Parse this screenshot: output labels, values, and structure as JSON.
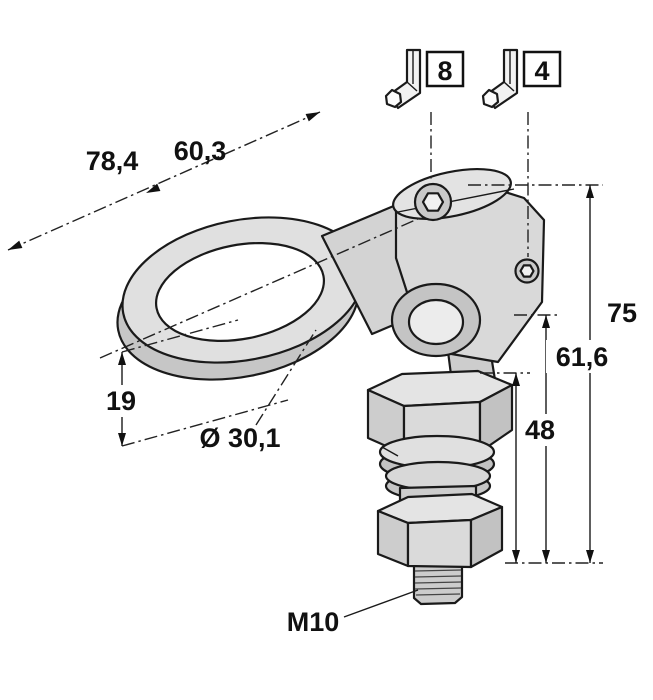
{
  "colors": {
    "line": "#1a1a1a",
    "fill_light": "#e0e0e0",
    "fill_mid": "#cdcdcd",
    "fill_dark": "#c2c2c2",
    "background": "#ffffff"
  },
  "drawing": {
    "type": "isometric technical drawing of clamp mounting bracket",
    "dimensions": {
      "overall_width": "78,4",
      "ring_center_offset": "60,3",
      "allen_key_top_size": "8",
      "allen_key_side_size": "4",
      "overall_height": "75",
      "body_height": "61,6",
      "nut_section_height": "48",
      "ring_height": "19",
      "ring_inner_diameter": "Ø 30,1",
      "thread_size": "M10"
    }
  }
}
